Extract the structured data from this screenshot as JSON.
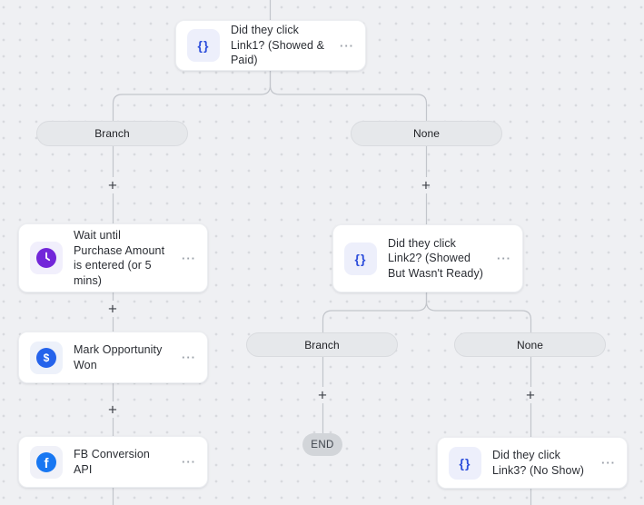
{
  "glyphs": {
    "braces": "{}",
    "dollar": "$",
    "facebook": "f",
    "plus": "+",
    "menu": "···"
  },
  "colors": {
    "canvas_bg": "#eff0f3",
    "dot": "#d8dade",
    "connector": "#c2c5cb",
    "accent_braces_blue": "#2c4ddb",
    "clock_purple": "#7226d9",
    "dollar_blue": "#2563eb",
    "facebook_blue": "#1877f2"
  },
  "nodes": {
    "link1": {
      "label": "Did they click Link1? (Showed & Paid)"
    },
    "wait": {
      "label": "Wait until Purchase Amount is entered (or 5 mins)"
    },
    "opportunity": {
      "label": "Mark Opportunity Won"
    },
    "fb_conversion": {
      "label": "FB Conversion API"
    },
    "link2": {
      "label": "Did they click Link2? (Showed But Wasn't Ready)"
    },
    "link3": {
      "label": "Did they click Link3? (No Show)"
    }
  },
  "pills": {
    "branch1": "Branch",
    "none1": "None",
    "branch2": "Branch",
    "none2": "None",
    "end": "END"
  }
}
